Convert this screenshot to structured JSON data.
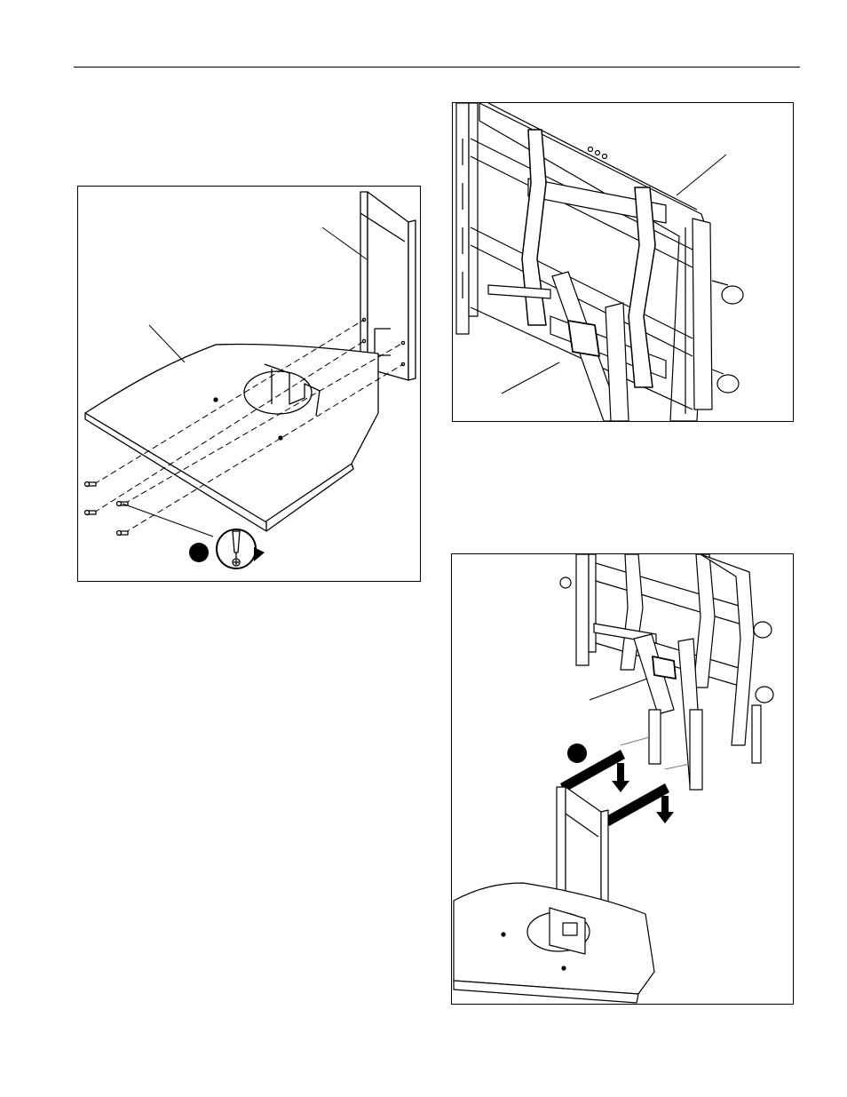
{
  "page": {
    "header_rule": true
  },
  "figures": [
    {
      "id": "shelf-assembly",
      "kind": "line-drawing",
      "step_marker": "filled-circle",
      "icons": [
        "screwdriver-icon",
        "clockwise-arrow-icon"
      ]
    },
    {
      "id": "column-to-mount",
      "kind": "line-drawing",
      "step_marker": null
    },
    {
      "id": "shelf-to-column",
      "kind": "line-drawing",
      "step_marker": "filled-circle",
      "icons": [
        "down-arrow-icon"
      ]
    }
  ],
  "colors": {
    "line": "#000000",
    "background": "#ffffff"
  }
}
